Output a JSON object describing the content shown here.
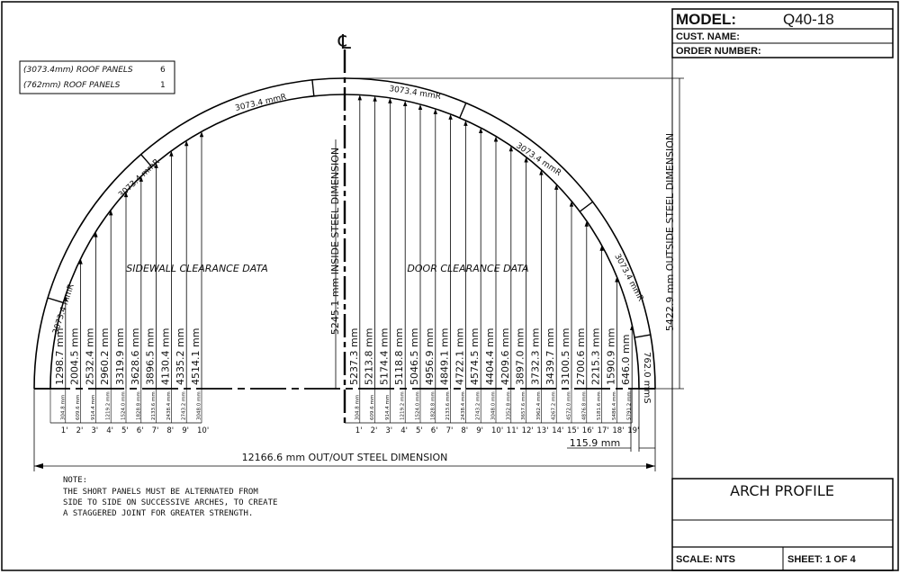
{
  "title_block": {
    "model_label": "MODEL:",
    "model_value": "Q40-18",
    "customer_label": "CUST. NAME:",
    "order_label": "ORDER NUMBER:",
    "drawing_title": "ARCH PROFILE",
    "scale_label": "SCALE:  NTS",
    "sheet_label": "SHEET:  1  OF  4"
  },
  "panel_legend": [
    {
      "label": "(3073.4mm) ROOF PANELS",
      "count": "6"
    },
    {
      "label": "(762mm) ROOF PANELS",
      "count": "1"
    }
  ],
  "centerline_symbol": "℄",
  "segment_radius_labels": [
    "3073.4 mmR",
    "3073.4 mmR",
    "3073.4 mmR",
    "3073.4 mmR",
    "3073.4 mmR",
    "3073.4 mmR"
  ],
  "short_segment_label": "762.0 mmS",
  "section_titles": {
    "sidewall": "SIDEWALL CLEARANCE DATA",
    "door": "DOOR CLEARANCE DATA"
  },
  "dimensions": {
    "inside_height": "5245.1 mm  INSIDE STEEL DIMENSION",
    "outside_height": "5422.9 mm  OUTSIDE STEEL DIMENSION",
    "overall_width": "12166.6 mm  OUT/OUT STEEL DIMENSION",
    "offset": "115.9 mm"
  },
  "sidewall_clearance": [
    {
      "index": "1'",
      "offset": "304.8 mm",
      "height": "1298.7 mm"
    },
    {
      "index": "2'",
      "offset": "609.6 mm",
      "height": "2004.5 mm"
    },
    {
      "index": "3'",
      "offset": "914.4 mm",
      "height": "2532.4 mm"
    },
    {
      "index": "4'",
      "offset": "1219.2 mm",
      "height": "2960.2 mm"
    },
    {
      "index": "5'",
      "offset": "1524.0 mm",
      "height": "3319.9 mm"
    },
    {
      "index": "6'",
      "offset": "1828.8 mm",
      "height": "3628.6 mm"
    },
    {
      "index": "7'",
      "offset": "2133.6 mm",
      "height": "3896.5 mm"
    },
    {
      "index": "8'",
      "offset": "2438.4 mm",
      "height": "4130.4 mm"
    },
    {
      "index": "9'",
      "offset": "2743.2 mm",
      "height": "4335.2 mm"
    },
    {
      "index": "10'",
      "offset": "3048.0 mm",
      "height": "4514.1 mm"
    }
  ],
  "door_clearance": [
    {
      "index": "1'",
      "offset": "304.8 mm",
      "height": "5237.3 mm"
    },
    {
      "index": "2'",
      "offset": "609.6 mm",
      "height": "5213.8 mm"
    },
    {
      "index": "3'",
      "offset": "914.4 mm",
      "height": "5174.4 mm"
    },
    {
      "index": "4'",
      "offset": "1219.2 mm",
      "height": "5118.8 mm"
    },
    {
      "index": "5'",
      "offset": "1524.0 mm",
      "height": "5046.5 mm"
    },
    {
      "index": "6'",
      "offset": "1828.8 mm",
      "height": "4956.9 mm"
    },
    {
      "index": "7'",
      "offset": "2133.6 mm",
      "height": "4849.1 mm"
    },
    {
      "index": "8'",
      "offset": "2438.4 mm",
      "height": "4722.1 mm"
    },
    {
      "index": "9'",
      "offset": "2743.2 mm",
      "height": "4574.5 mm"
    },
    {
      "index": "10'",
      "offset": "3048.0 mm",
      "height": "4404.4 mm"
    },
    {
      "index": "11'",
      "offset": "3352.8 mm",
      "height": "4209.6 mm"
    },
    {
      "index": "12'",
      "offset": "3657.6 mm",
      "height": "3897.0 mm"
    },
    {
      "index": "13'",
      "offset": "3962.4 mm",
      "height": "3732.3 mm"
    },
    {
      "index": "14'",
      "offset": "4267.2 mm",
      "height": "3439.7 mm"
    },
    {
      "index": "15'",
      "offset": "4572.0 mm",
      "height": "3100.5 mm"
    },
    {
      "index": "16'",
      "offset": "4876.8 mm",
      "height": "2700.6 mm"
    },
    {
      "index": "17'",
      "offset": "5181.6 mm",
      "height": "2215.3 mm"
    },
    {
      "index": "18'",
      "offset": "5486.4 mm",
      "height": "1590.9 mm"
    },
    {
      "index": "19'",
      "offset": "5791.2 mm",
      "height": "646.0 mm"
    }
  ],
  "note": {
    "heading": "NOTE:",
    "lines": [
      "THE SHORT PANELS MUST BE ALTERNATED FROM",
      "SIDE TO SIDE ON SUCCESSIVE ARCHES, TO CREATE",
      "A STAGGERED JOINT FOR GREATER STRENGTH."
    ]
  }
}
